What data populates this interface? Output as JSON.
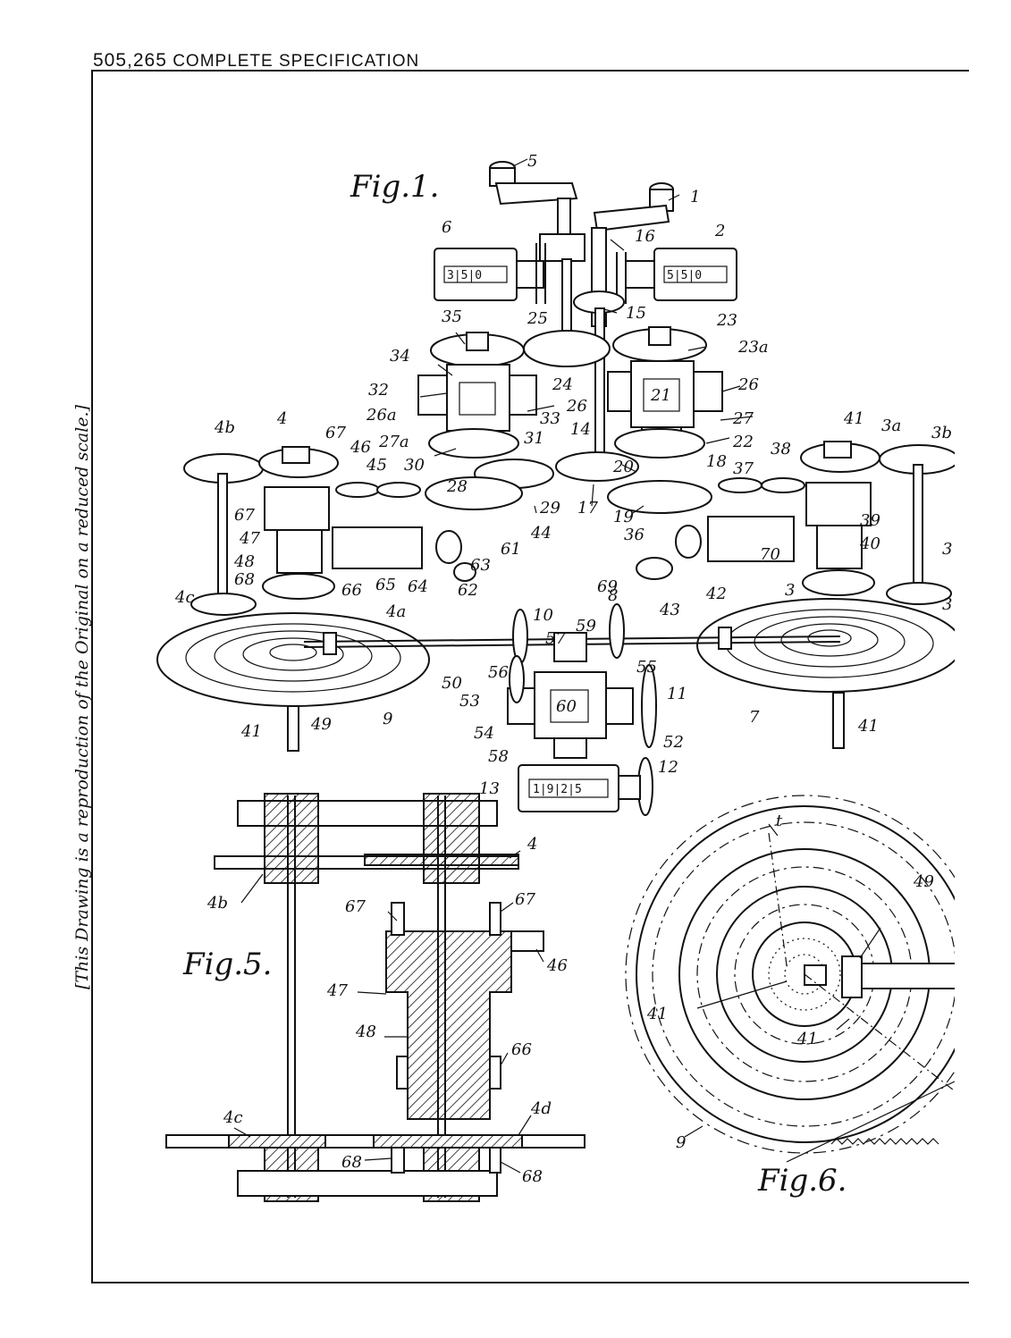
{
  "header": {
    "number": "505,265",
    "title": "COMPLETE SPECIFICATION"
  },
  "side_note": "[This Drawing is a reproduction of the Original on a reduced scale.]",
  "figures": {
    "fig1": "Fig.1.",
    "fig5": "Fig.5.",
    "fig6": "Fig.6."
  },
  "counters": {
    "counter_6": "3|5|0",
    "counter_2": "5|5|0",
    "counter_13": "1|9|2|5"
  },
  "labels": {
    "l5": "5",
    "l1": "1",
    "l6": "6",
    "l2": "2",
    "l16": "16",
    "l15": "15",
    "l25": "25",
    "l35": "35",
    "l23": "23",
    "l23a": "23a",
    "l34": "34",
    "l24": "24",
    "l26": "26",
    "l32": "32",
    "l26b": "26",
    "l21": "21",
    "l26a": "26a",
    "l33": "33",
    "l14": "14",
    "l27": "27",
    "l27a": "27a",
    "l31": "31",
    "l22": "22",
    "l41top": "41",
    "l3a": "3a",
    "l3b": "3b",
    "l4b": "4b",
    "l4": "4",
    "l67": "67",
    "l30": "30",
    "l20": "20",
    "l18": "18",
    "l46": "46",
    "l45": "45",
    "l38": "38",
    "l37": "37",
    "l67b": "67",
    "l28": "28",
    "l17": "17",
    "l19": "19",
    "l29": "29",
    "l47": "47",
    "l44": "44",
    "l39": "39",
    "l48": "48",
    "l36": "36",
    "l40": "40",
    "l4c": "4c",
    "l61": "61",
    "l70": "70",
    "l3": "3",
    "l68": "68",
    "l66": "66",
    "l65": "65",
    "l64": "64",
    "l63": "63",
    "l62": "62",
    "l69": "69",
    "l3c": "3",
    "l4a": "4a",
    "l3d": "3",
    "l10": "10",
    "l8": "8",
    "l43": "43",
    "l42": "42",
    "l59": "59",
    "l57": "57",
    "l55": "55",
    "l56": "56",
    "l53": "53",
    "l50": "50",
    "l11": "11",
    "l60": "60",
    "l54": "54",
    "l52": "52",
    "l41a": "41",
    "l49": "49",
    "l9": "9",
    "l7": "7",
    "l41b": "41",
    "l58": "58",
    "l12": "12",
    "l13": "13",
    "f5_4": "4",
    "f5_4b": "4b",
    "f5_67a": "67",
    "f5_67b": "67",
    "f5_46": "46",
    "f5_47": "47",
    "f5_48": "48",
    "f5_66": "66",
    "f5_4c": "4c",
    "f5_4d": "4d",
    "f5_68a": "68",
    "f5_68b": "68",
    "f6_t": "t",
    "f6_49": "49",
    "f6_41a": "41",
    "f6_41b": "41",
    "f6_9": "9"
  },
  "colors": {
    "ink": "#111111",
    "paper": "#ffffff"
  }
}
